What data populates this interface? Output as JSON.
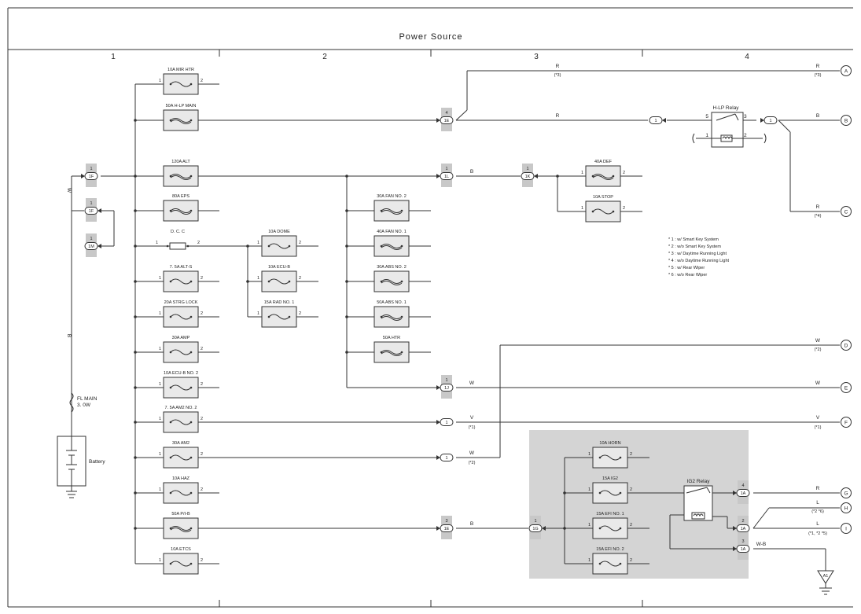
{
  "title": "Power Source",
  "columns": [
    "1",
    "2",
    "3",
    "4"
  ],
  "fuses": [
    {
      "id": "f1",
      "label": "10A MIR HTR",
      "type": "small"
    },
    {
      "id": "f2",
      "label": "50A H-LP MAIN",
      "type": "large"
    },
    {
      "id": "f3",
      "label": "120A ALT",
      "type": "large"
    },
    {
      "id": "f4",
      "label": "80A EPS",
      "type": "large"
    },
    {
      "id": "f5",
      "label": "D. C. C",
      "type": "dcc"
    },
    {
      "id": "f6",
      "label": "7. 5A ALT-S",
      "type": "small"
    },
    {
      "id": "f7",
      "label": "20A STRG LOCK",
      "type": "small"
    },
    {
      "id": "f8",
      "label": "30A AMP",
      "type": "small"
    },
    {
      "id": "f9",
      "label": "10A ECU-B NO. 2",
      "type": "small"
    },
    {
      "id": "f10",
      "label": "7. 5A AM2 NO. 2",
      "type": "small"
    },
    {
      "id": "f11",
      "label": "30A AM2",
      "type": "small"
    },
    {
      "id": "f12",
      "label": "10A HAZ",
      "type": "small"
    },
    {
      "id": "f13",
      "label": "50A P/I-B",
      "type": "large"
    },
    {
      "id": "f14",
      "label": "10A ETCS",
      "type": "small"
    },
    {
      "id": "f15",
      "label": "10A DOME",
      "type": "small"
    },
    {
      "id": "f16",
      "label": "10A ECU-B",
      "type": "small"
    },
    {
      "id": "f17",
      "label": "15A RAD NO. 1",
      "type": "small"
    },
    {
      "id": "f18",
      "label": "30A FAN NO. 2",
      "type": "large"
    },
    {
      "id": "f19",
      "label": "40A FAN NO. 1",
      "type": "large"
    },
    {
      "id": "f20",
      "label": "30A ABS NO. 2",
      "type": "large"
    },
    {
      "id": "f21",
      "label": "50A ABS NO. 1",
      "type": "large"
    },
    {
      "id": "f22",
      "label": "50A HTR",
      "type": "large"
    },
    {
      "id": "f23",
      "label": "40A DEF",
      "type": "large"
    },
    {
      "id": "f24",
      "label": "10A STOP",
      "type": "small"
    },
    {
      "id": "f25",
      "label": "10A HORN",
      "type": "small"
    },
    {
      "id": "f26",
      "label": "15A IG2",
      "type": "small"
    },
    {
      "id": "f27",
      "label": "15A EFI NO. 1",
      "type": "small"
    },
    {
      "id": "f28",
      "label": "15A EFI NO. 2",
      "type": "small"
    }
  ],
  "pin1": "1",
  "pin2": "2",
  "connectors": [
    {
      "id": "c1F_a",
      "pin": "1",
      "code": "1F"
    },
    {
      "id": "c1F_b",
      "pin": "1",
      "code": "1F"
    },
    {
      "id": "c1M",
      "pin": "1",
      "code": "1M"
    },
    {
      "id": "c1E_a",
      "pin": "4",
      "code": "1E"
    },
    {
      "id": "c1L",
      "pin": "1",
      "code": "1L"
    },
    {
      "id": "c1K",
      "pin": "1",
      "code": "1K"
    },
    {
      "id": "c1J",
      "pin": "1",
      "code": "1J"
    },
    {
      "id": "c1_v",
      "pin": "",
      "code": "1"
    },
    {
      "id": "c1_w",
      "pin": "",
      "code": "1"
    },
    {
      "id": "c1E_b",
      "pin": "3",
      "code": "1E"
    },
    {
      "id": "c1G",
      "pin": "1",
      "code": "1G"
    },
    {
      "id": "c1_r",
      "pin": "",
      "code": "1"
    },
    {
      "id": "c1_b",
      "pin": "",
      "code": "1"
    },
    {
      "id": "c1A_a",
      "pin": "4",
      "code": "1A"
    },
    {
      "id": "c1A_b",
      "pin": "2",
      "code": "1A"
    },
    {
      "id": "c1A_c",
      "pin": "3",
      "code": "1A"
    }
  ],
  "wire_colors": {
    "W": "W",
    "B": "B",
    "R": "R",
    "V": "V",
    "L": "L",
    "WB": "W-B"
  },
  "notes": {
    "n3": "(*3)",
    "n4": "(*4)",
    "n2": "(*2)",
    "n1": "(*1)",
    "n26": "(*2 *6)",
    "n125": "(*1, *2 *5)"
  },
  "terminals": [
    "A",
    "B",
    "C",
    "D",
    "E",
    "F",
    "G",
    "H",
    "I"
  ],
  "relays": {
    "hlp": "H-LP Relay",
    "ig2": "IG2 Relay"
  },
  "relay_pins": {
    "p5": "5",
    "p3": "3",
    "p1": "1",
    "p2": "2"
  },
  "fl_main": [
    "FL MAIN",
    "3. 0W"
  ],
  "battery": "Battery",
  "ground": "A1",
  "legend": [
    "* 1 : w/ Smart Key System",
    "* 2 : w/o Smart Key System",
    "* 3 : w/ Daytime Running Light",
    "* 4 : w/o Daytime Running Light",
    "* 5 : w/ Rear Wiper",
    "* 6 : w/o Rear Wiper"
  ]
}
